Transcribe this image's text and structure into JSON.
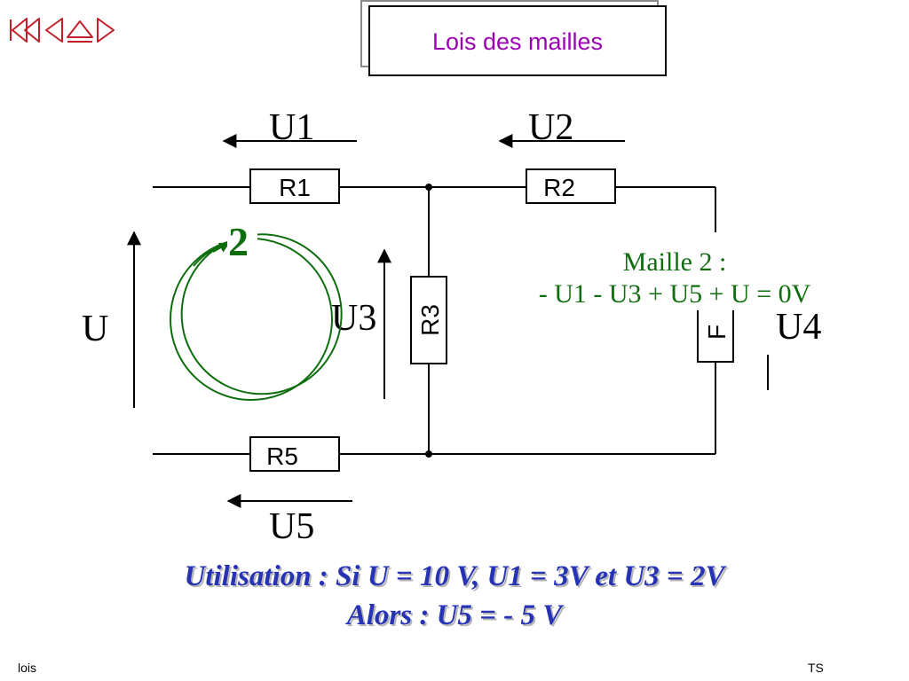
{
  "slide": {
    "title": "Lois des mailles",
    "footer_left": "lois",
    "footer_right": "TS"
  },
  "navigation": {
    "icons": [
      "first-slide-icon",
      "previous-slide-icon",
      "home-icon",
      "next-slide-icon"
    ],
    "color": "#c0202a"
  },
  "circuit": {
    "resistors": [
      "R1",
      "R2",
      "R3",
      "R5"
    ],
    "partial_resistor_label": "F",
    "voltages": {
      "u": "U",
      "u1": "U1",
      "u2": "U2",
      "u3": "U3",
      "u5": "U5",
      "u4_partial": "U4"
    },
    "loop_number": "2",
    "loop_color": "#0e6e0e"
  },
  "equation": {
    "heading": "Maille 2 :",
    "formula": "- U1 - U3 + U5 + U = 0V"
  },
  "usage": {
    "line1": "Utilisation : Si U = 10 V, U1 = 3V et U3 = 2V",
    "line2": "Alors : U5 = - 5 V"
  },
  "colors": {
    "title": "#9a00b4",
    "equation": "#0e6e0e",
    "usage": "#2733b5"
  }
}
